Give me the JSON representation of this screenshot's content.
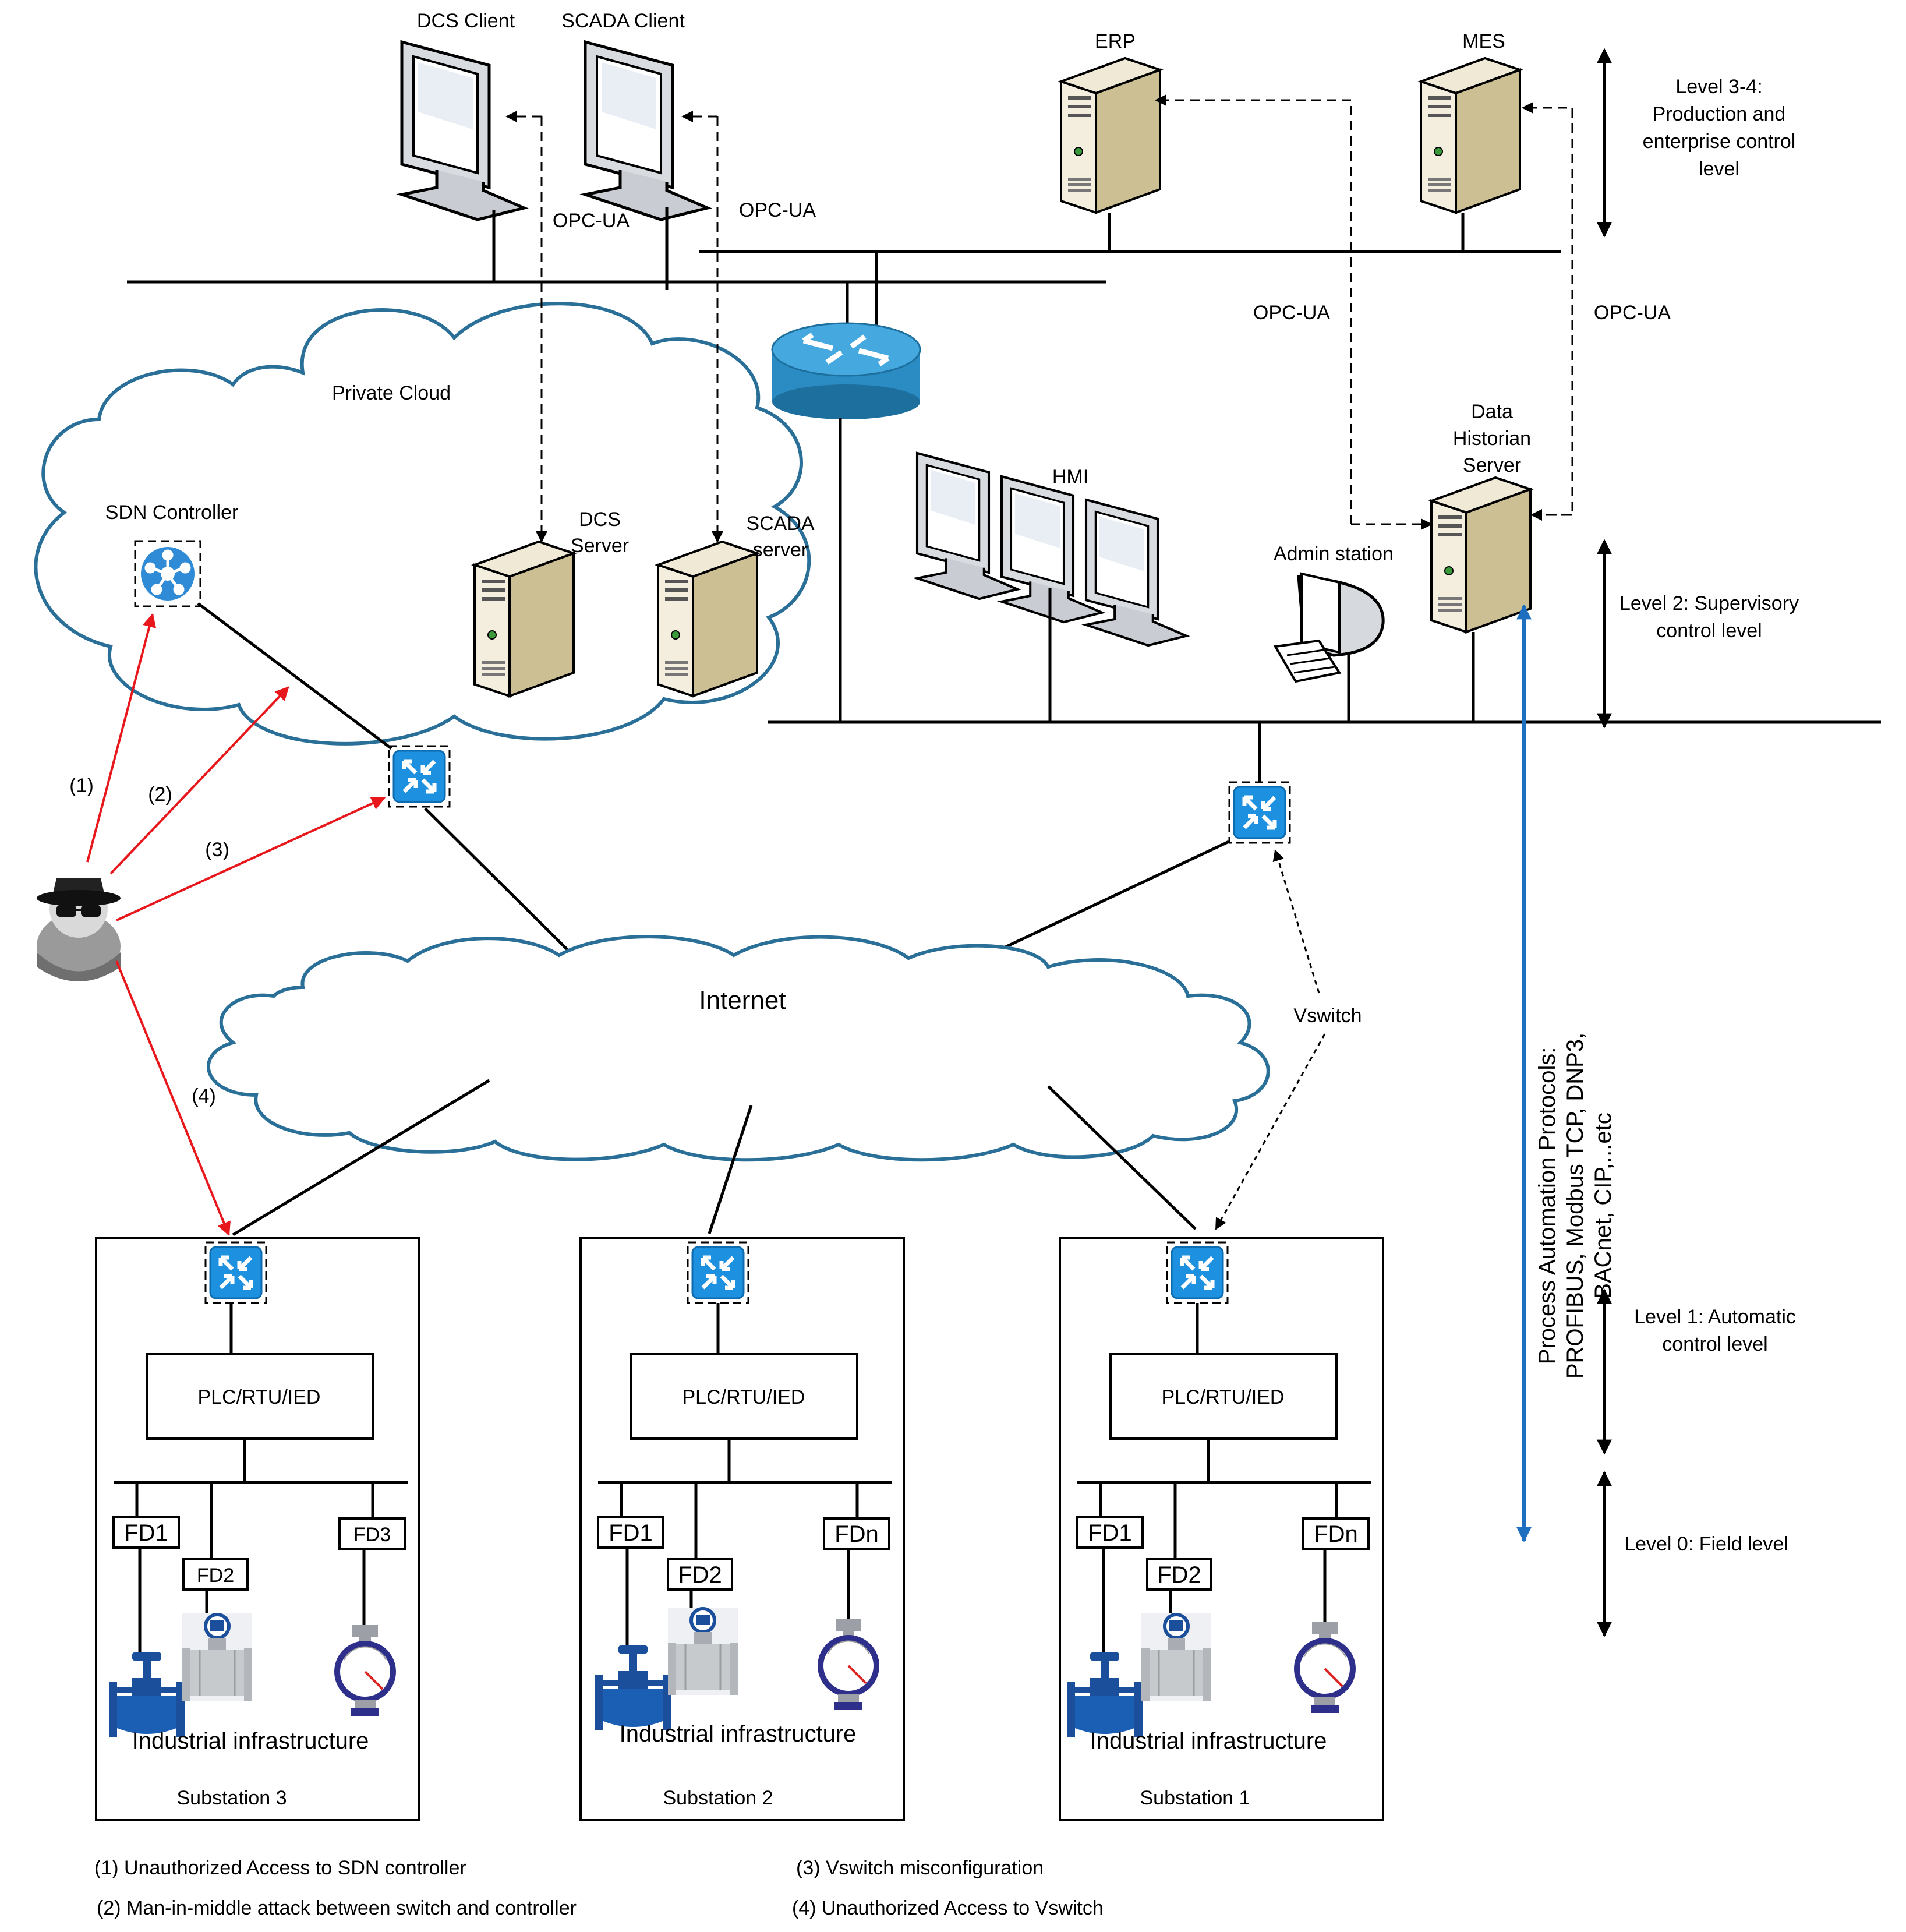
{
  "top": {
    "dcs_client": "DCS Client",
    "scada_client": "SCADA Client",
    "erp": "ERP",
    "mes": "MES",
    "opcua_left": "OPC-UA",
    "opcua_mid": "OPC-UA",
    "opcua_erp": "OPC-UA",
    "opcua_mes": "OPC-UA"
  },
  "cloud": {
    "private": "Private Cloud",
    "sdn_controller": "SDN Controller",
    "dcs_server": [
      "DCS",
      "Server"
    ],
    "scada_server": [
      "SCADA",
      "server"
    ]
  },
  "level2": {
    "hmi": "HMI",
    "admin_station": "Admin station",
    "historian": [
      "Data",
      "Historian",
      "Server"
    ]
  },
  "levels": {
    "l34": [
      "Level 3-4:",
      "Production and",
      "enterprise control",
      "level"
    ],
    "l2": [
      "Level 2: Supervisory",
      "control  level"
    ],
    "l1": [
      "Level 1: Automatic",
      "control  level"
    ],
    "l0": "Level 0: Field level"
  },
  "protocols": [
    "Process Automation Protocols:",
    "PROFIBUS, Modbus TCP, DNP3,",
    "BACnet, CIP,...etc"
  ],
  "internet": "Internet",
  "vswitch": "Vswitch",
  "attacks": {
    "a1": "(1)",
    "a2": "(2)",
    "a3": "(3)",
    "a4": "(4)"
  },
  "substations": [
    {
      "name": "Substation 3",
      "plc": "PLC/RTU/IED",
      "fd_a": "FD1",
      "fd_b": "FD2",
      "fd_c": "FD3",
      "infra": "Industrial infrastructure"
    },
    {
      "name": "Substation 2",
      "plc": "PLC/RTU/IED",
      "fd_a": "FD1",
      "fd_b": "FD2",
      "fd_c": "FDn",
      "infra": "Industrial infrastructure"
    },
    {
      "name": "Substation 1",
      "plc": "PLC/RTU/IED",
      "fd_a": "FD1",
      "fd_b": "FD2",
      "fd_c": "FDn",
      "infra": "Industrial infrastructure"
    }
  ],
  "legend": {
    "l1": "(1) Unauthorized Access to SDN controller",
    "l2": "(2) Man-in-middle attack between switch and controller",
    "l3": "(3) Vswitch misconfiguration",
    "l4": "(4) Unauthorized Access to Vswitch"
  },
  "colors": {
    "attack": "#e8171c",
    "protocol_arrow": "#1f6fc0",
    "cloud_stroke": "#2a6f97",
    "switch": "#1e90e0",
    "router": "#2b8cc4"
  }
}
